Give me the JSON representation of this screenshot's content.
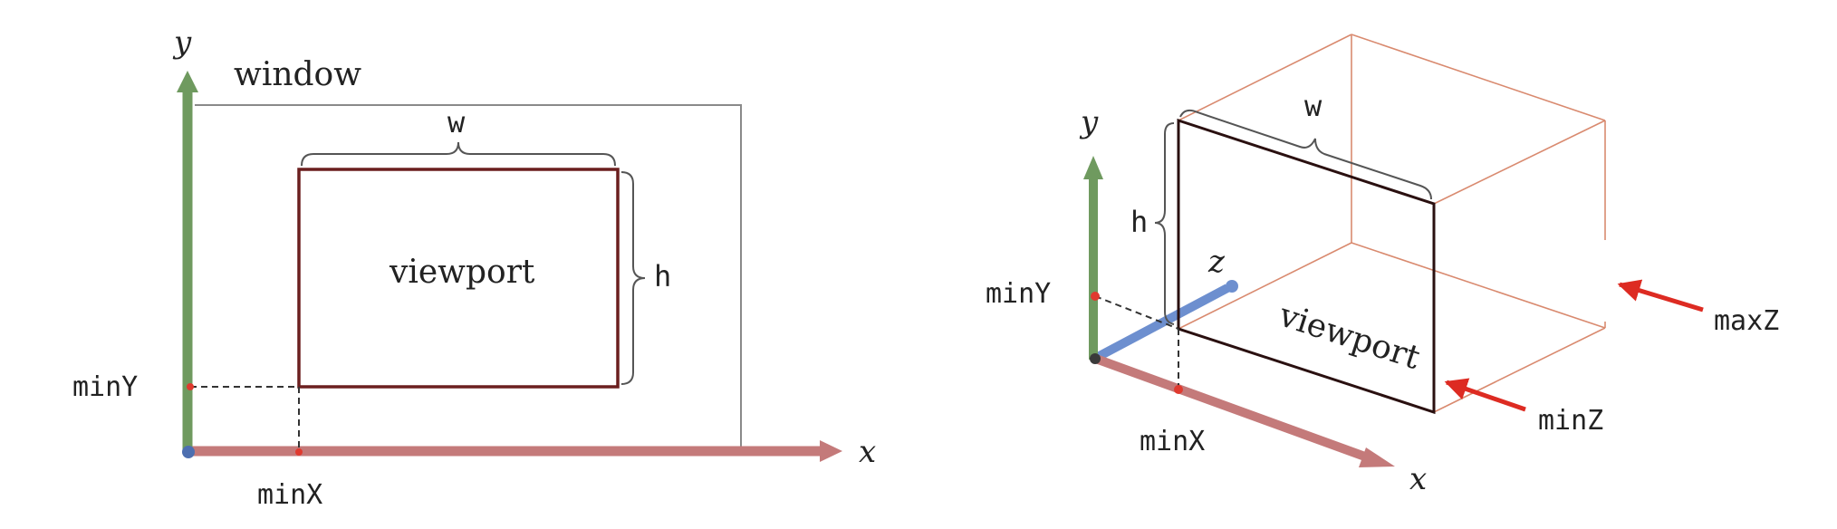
{
  "left_diagram": {
    "axis_x_label": "x",
    "axis_y_label": "y",
    "window_label": "window",
    "viewport_label": "viewport",
    "width_label": "w",
    "height_label": "h",
    "min_x_label": "minX",
    "min_y_label": "minY"
  },
  "right_diagram": {
    "axis_x_label": "x",
    "axis_y_label": "y",
    "axis_z_label": "z",
    "viewport_label": "viewport",
    "width_label": "w",
    "height_label": "h",
    "min_x_label": "minX",
    "min_y_label": "minY",
    "min_z_label": "minZ",
    "max_z_label": "maxZ"
  },
  "colors": {
    "x_axis": "#c47a7a",
    "y_axis": "#6f9a5f",
    "z_axis": "#6d8fcf",
    "viewport_border": "#6b1f1f",
    "volume_edge": "#d98a6f",
    "pointer_arrow": "#dd2b22",
    "window_border": "#8a8a8a",
    "marker": "#e03a2f"
  }
}
